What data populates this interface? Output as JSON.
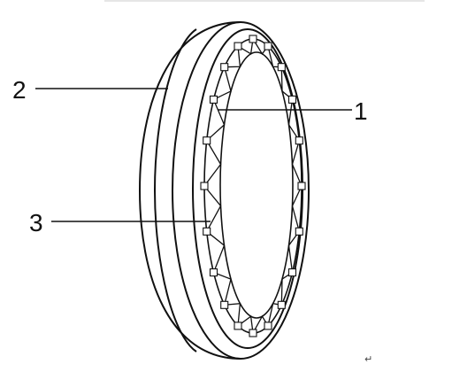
{
  "diagram": {
    "callouts": [
      {
        "id": "callout-1",
        "label": "1"
      },
      {
        "id": "callout-2",
        "label": "2"
      },
      {
        "id": "callout-3",
        "label": "3"
      }
    ],
    "tooth_count": 20,
    "line_color": "#111111",
    "background_color": "#ffffff"
  },
  "footer": {
    "return_mark": "↵"
  }
}
